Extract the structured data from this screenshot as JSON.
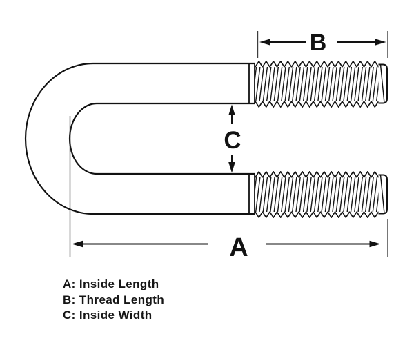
{
  "colors": {
    "background": "#ffffff",
    "line": "#121212",
    "extension_line": "#3c3c3c"
  },
  "dimension_labels": {
    "a": "A",
    "b": "B",
    "c": "C"
  },
  "legend": {
    "items": [
      {
        "key": "A",
        "text": "A: Inside Length"
      },
      {
        "key": "B",
        "text": "B: Thread Length"
      },
      {
        "key": "C",
        "text": "C: Inside Width"
      }
    ]
  }
}
